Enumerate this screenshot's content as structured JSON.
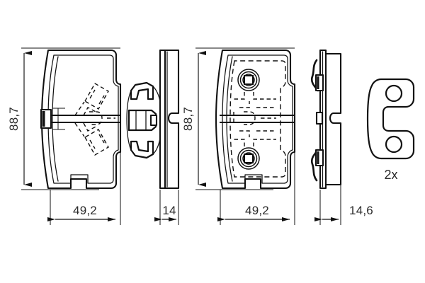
{
  "drawing": {
    "title": "Brake pad set technical dimension drawing",
    "background_color": "#ffffff",
    "line_color": "#111111",
    "text_color": "#2b2b2b"
  },
  "dimensions": {
    "pad1_height": "88,7",
    "pad1_width": "49,2",
    "pad1_thickness": "14",
    "pad2_height": "88,7",
    "pad2_width": "49,2",
    "pad2_thickness": "14,6"
  },
  "annotations": {
    "accessory_quantity": "2x"
  },
  "views": [
    {
      "name": "pad-1-front-view",
      "label": "Brake pad 1 face view with wear indicator slots"
    },
    {
      "name": "pad-1-accessory-clips",
      "label": "Retaining clips"
    },
    {
      "name": "pad-1-side-view",
      "label": "Brake pad 1 side / thickness view"
    },
    {
      "name": "pad-2-front-view",
      "label": "Brake pad 2 face view with rivets"
    },
    {
      "name": "pad-2-side-view",
      "label": "Brake pad 2 side view with spring clips"
    },
    {
      "name": "shim-plate",
      "label": "Shim plate"
    }
  ]
}
